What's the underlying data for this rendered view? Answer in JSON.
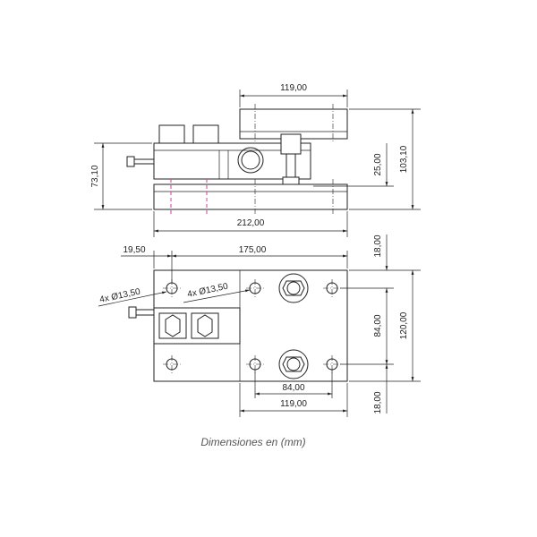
{
  "caption": "Dimensiones en (mm)",
  "side_view": {
    "top_plate_width": "119,00",
    "total_height": "103,10",
    "height_to_plate": "73,10",
    "mid_height": "25,00",
    "base_length": "212,00"
  },
  "top_view": {
    "offset": "19,50",
    "hole_spacing": "175,00",
    "hole_note_left": "4x Ø13,50",
    "hole_note_right": "4x Ø13,50",
    "margin_top": "18,00",
    "inner_height": "84,00",
    "outer_height": "120,00",
    "margin_bottom": "18,00",
    "inner_width": "84,00",
    "outer_width": "119,00"
  },
  "colors": {
    "line": "#222222",
    "hidden_line": "#d0409a",
    "caption": "#555555"
  }
}
